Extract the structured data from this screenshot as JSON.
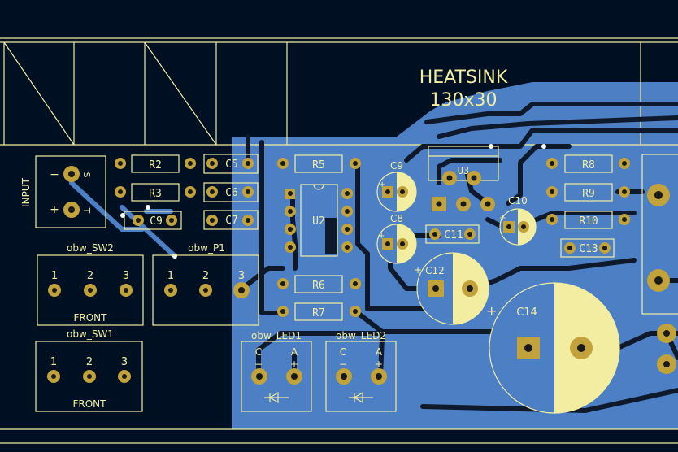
{
  "colors": {
    "background": "#001023",
    "copper_fill": "#4d7fc4",
    "trace_dark": "#0e1a2c",
    "trace_light": "#4d7fc4",
    "silkscreen": "#f2eda1",
    "pad": "#c2a23a",
    "pad_light": "#f2eda1"
  },
  "heatsink": {
    "line1": "HEATSINK",
    "line2": "130x30"
  },
  "input": {
    "label": "INPUT",
    "minus": "−",
    "plus": "+",
    "s": "S",
    "t": "T"
  },
  "components": {
    "r2": "R2",
    "r3": "R3",
    "r5": "R5",
    "r6": "R6",
    "r7": "R7",
    "r8": "R8",
    "r9": "R9",
    "r10": "R10",
    "c5": "C5",
    "c6": "C6",
    "c7": "C7",
    "c8": "C8",
    "c9_left": "C9",
    "c9": "C9",
    "c10": "C10",
    "c11": "C11",
    "c12": "C12",
    "c13": "C13",
    "c14": "C14",
    "u2": "U2",
    "u3": "U3"
  },
  "switches": {
    "sw2": {
      "name": "obw_SW2",
      "pins": [
        "1",
        "2",
        "3"
      ],
      "caption": "FRONT"
    },
    "sw1": {
      "name": "obw_SW1",
      "pins": [
        "1",
        "2",
        "3"
      ],
      "caption": "FRONT"
    },
    "p1": {
      "name": "obw_P1",
      "pins": [
        "1",
        "2",
        "3"
      ]
    }
  },
  "leds": {
    "led1": {
      "name": "obw_LED1",
      "c": "C",
      "a": "A",
      "minus": "−",
      "plus": "+"
    },
    "led2": {
      "name": "obw_LED2",
      "c": "C",
      "a": "A",
      "minus": "−",
      "plus": "+"
    }
  },
  "polarity": {
    "c9": "+",
    "c8": "+",
    "c10": "+",
    "c12": "+",
    "c14": "+"
  }
}
